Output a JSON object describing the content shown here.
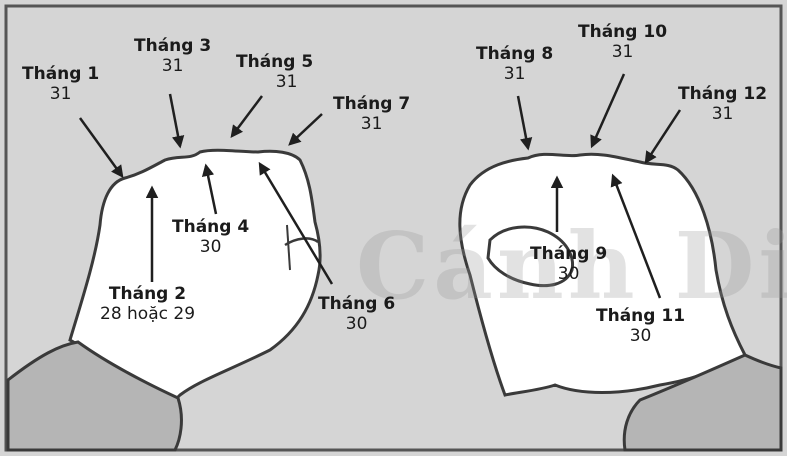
{
  "watermark": "Cánh Diều",
  "labels": {
    "m1": {
      "month": "Tháng 1",
      "days": "31"
    },
    "m2": {
      "month": "Tháng 2",
      "days": "28 hoặc 29"
    },
    "m3": {
      "month": "Tháng 3",
      "days": "31"
    },
    "m4": {
      "month": "Tháng 4",
      "days": "30"
    },
    "m5": {
      "month": "Tháng 5",
      "days": "31"
    },
    "m6": {
      "month": "Tháng 6",
      "days": "30"
    },
    "m7": {
      "month": "Tháng 7",
      "days": "31"
    },
    "m8": {
      "month": "Tháng 8",
      "days": "31"
    },
    "m9": {
      "month": "Tháng 9",
      "days": "30"
    },
    "m10": {
      "month": "Tháng 10",
      "days": "31"
    },
    "m11": {
      "month": "Tháng 11",
      "days": "30"
    },
    "m12": {
      "month": "Tháng 12",
      "days": "31"
    }
  },
  "colors": {
    "background": "#d5d5d5",
    "skin": "#ffffff",
    "sleeve": "#b5b5b5",
    "outline": "#3a3a3a",
    "text": "#1b1b1b"
  }
}
